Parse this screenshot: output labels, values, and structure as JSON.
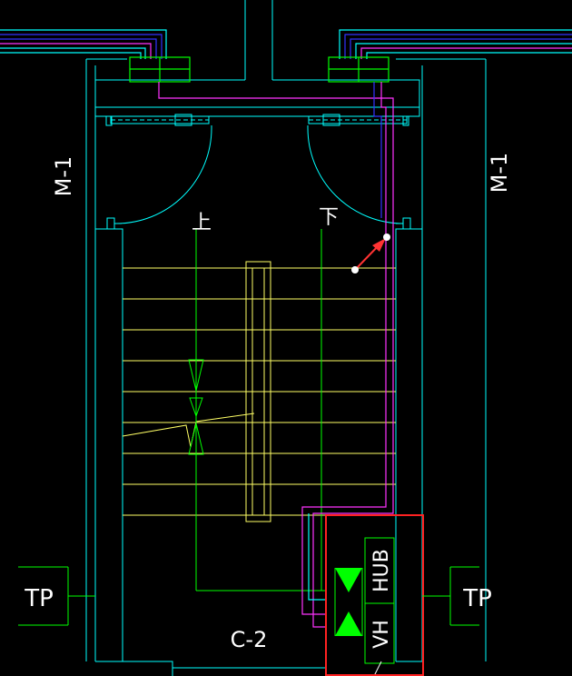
{
  "labels": {
    "door_left": "M-1",
    "door_right": "M-1",
    "window": "C-2",
    "tp_left": "TP",
    "tp_right": "TP",
    "up_mark": "上",
    "down_mark": "下",
    "hub": "HUB",
    "vh": "VH"
  },
  "colors": {
    "background": "#000000",
    "wall": "#00ffff",
    "stairs": "#ffff66",
    "riser": "#00ff00",
    "wire_magenta": "#ff33ff",
    "wire_blue": "#3333ff",
    "selection": "#ff2222",
    "annotation_arrow": "#ff3333",
    "text": "#ffffff"
  }
}
